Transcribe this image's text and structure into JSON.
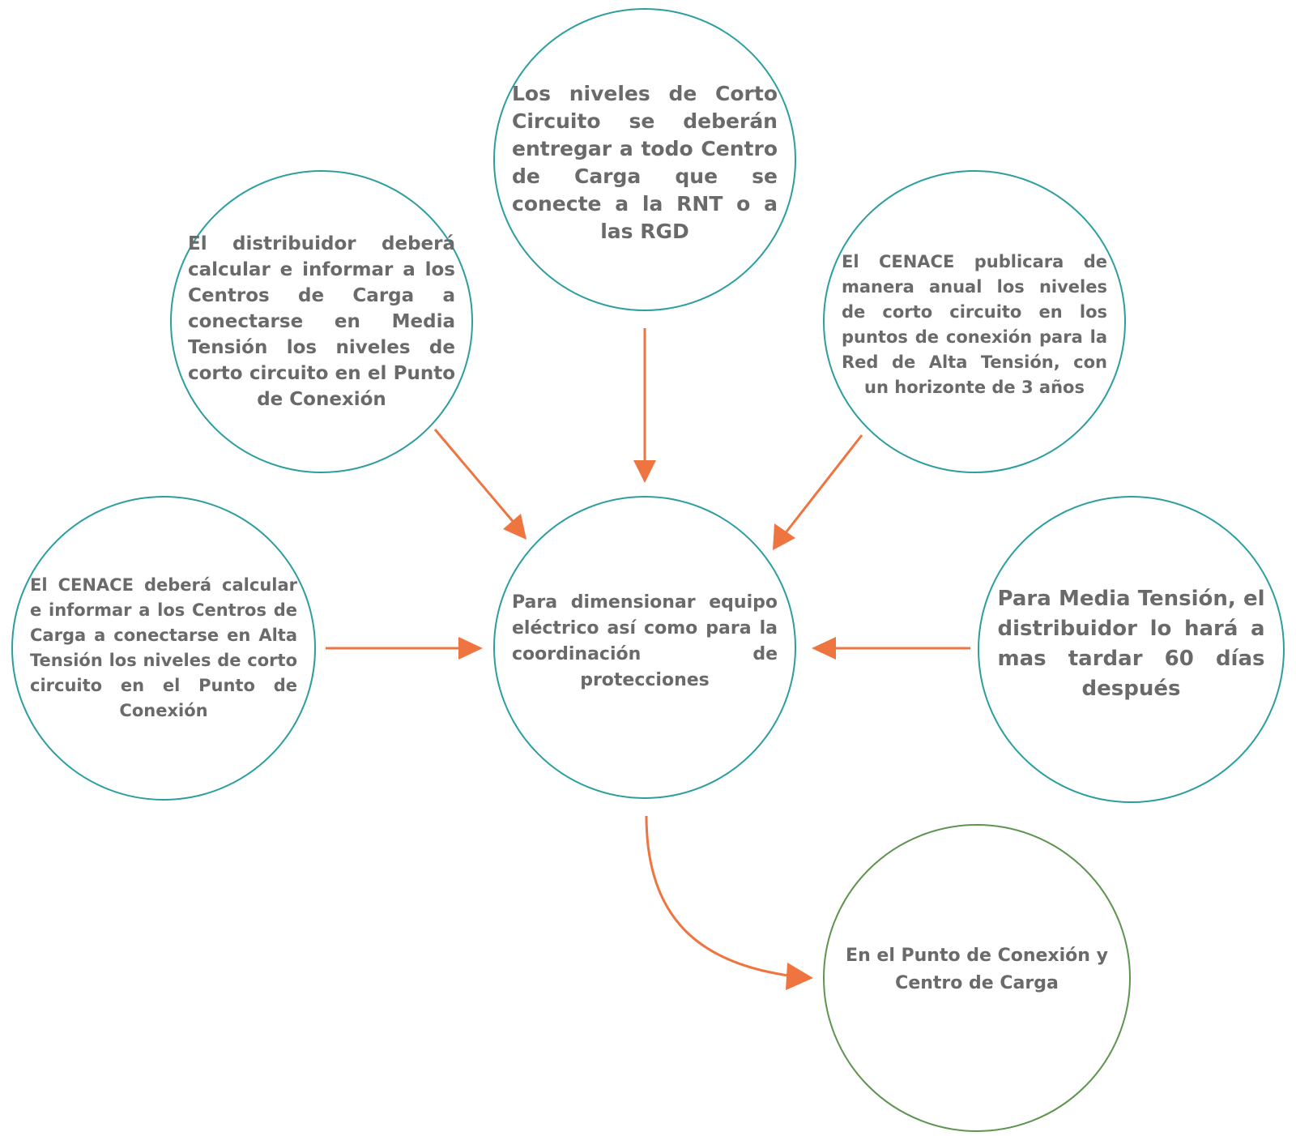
{
  "colors": {
    "node_border": "#2c9e9e",
    "result_node_border": "#5d9450",
    "arrow": "#ee7440",
    "text": "#6a6a6a"
  },
  "nodes": {
    "top": "Los niveles de Corto Circuito se deberán entregar a todo Centro de Carga que se conecte a la RNT o a las RGD",
    "upper_left": "El distribuidor deberá calcular e informar a los Centros de Carga a conectarse en Media Tensión los niveles de corto circuito en el Punto de Conexión",
    "upper_right": "El CENACE publicara de manera anual los niveles de corto circuito en los puntos de conexión para la Red de Alta Tensión, con un horizonte de 3 años",
    "left": "El CENACE deberá calcular e informar a los Centros de Carga a conectarse en Alta Tensión los niveles de corto circuito en el Punto de Conexión",
    "center": "Para dimensionar equipo eléctrico así como para la coordinación de protecciones",
    "right": "Para Media Tensión, el distribuidor lo hará a mas tardar 60 días después",
    "bottom": "En el Punto de Conexión y Centro de Carga"
  }
}
